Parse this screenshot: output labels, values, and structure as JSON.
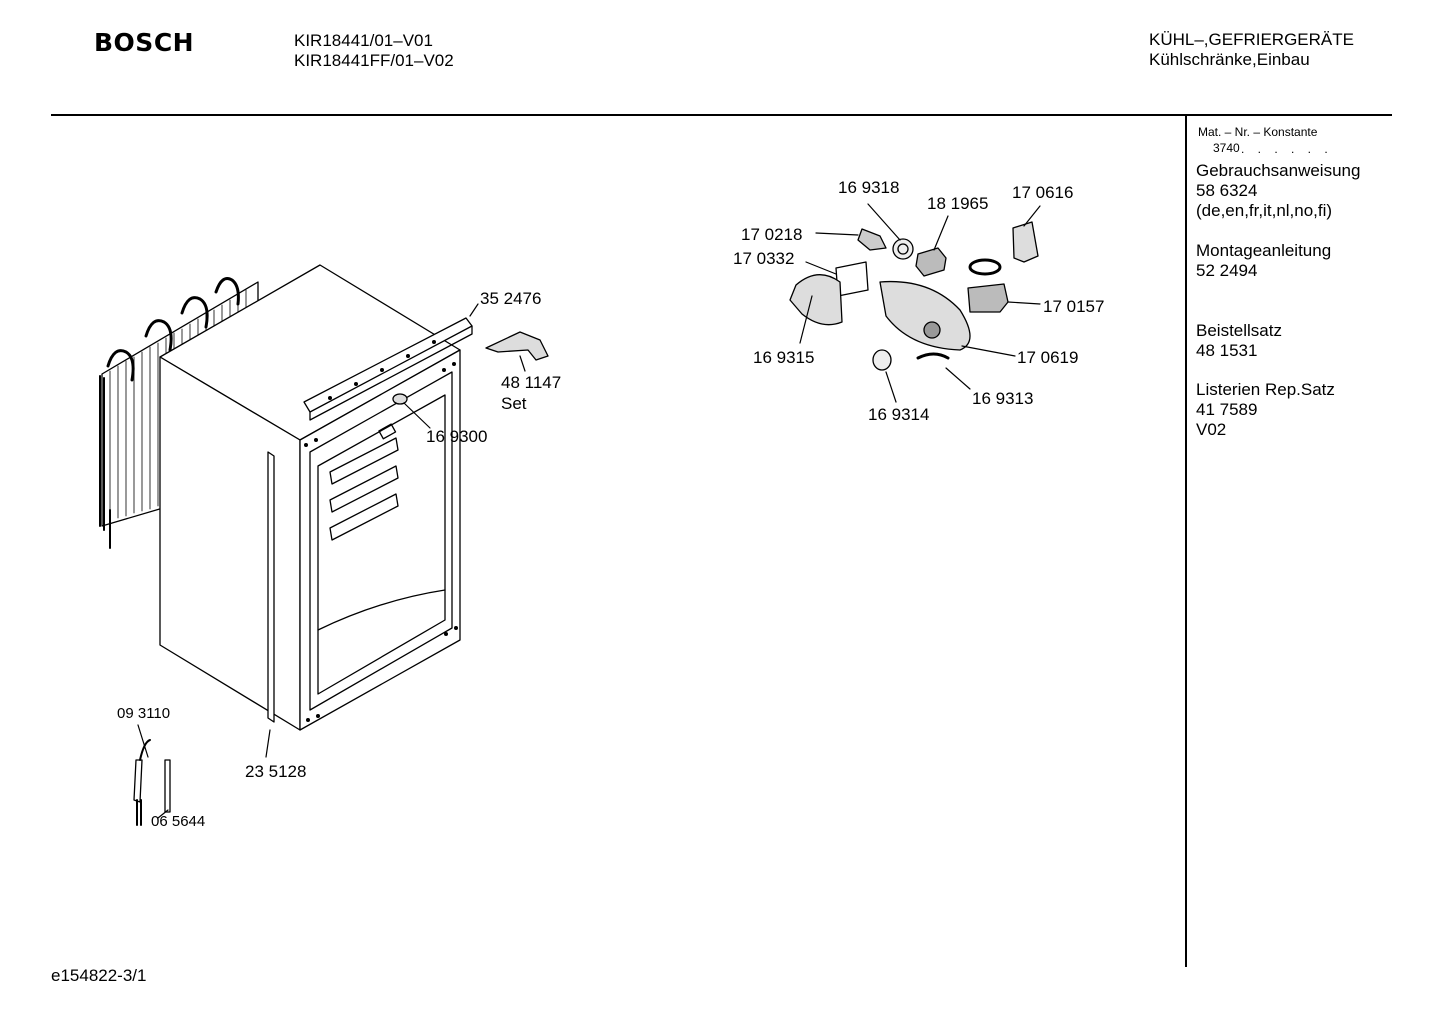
{
  "header": {
    "brand": "BOSCH",
    "models": [
      "KIR18441/01–V01",
      "KIR18441FF/01–V02"
    ],
    "category": [
      "KÜHL–,GEFRIERGERÄTE",
      "Kühlschränke,Einbau"
    ]
  },
  "sidebar": {
    "mat_label": "Mat. – Nr. – Konstante",
    "mat_value": "3740",
    "mat_dots": ". . . . . .",
    "sections": [
      {
        "title": "Gebrauchsanweisung",
        "lines": [
          "58 6324",
          "(de,en,fr,it,nl,no,fi)"
        ]
      },
      {
        "title": "Montageanleitung",
        "lines": [
          "52 2494"
        ]
      },
      {
        "title": "Beistellsatz",
        "lines": [
          "48 1531"
        ]
      },
      {
        "title": "Listerien Rep.Satz",
        "lines": [
          "41 7589",
          "V02"
        ]
      }
    ]
  },
  "parts": {
    "p352476": "35 2476",
    "p481147": "48 1147",
    "p481147_note": "Set",
    "p169300": "16 9300",
    "p093110": "09 3110",
    "p235128": "23 5128",
    "p065644": "06 5644",
    "p169318": "16 9318",
    "p181965": "18 1965",
    "p170616": "17 0616",
    "p170218": "17 0218",
    "p170332": "17 0332",
    "p170157": "17 0157",
    "p169315": "16 9315",
    "p170619": "17 0619",
    "p169314": "16 9314",
    "p169313": "16 9313"
  },
  "footer": {
    "doc_id": "e154822-3/1"
  }
}
